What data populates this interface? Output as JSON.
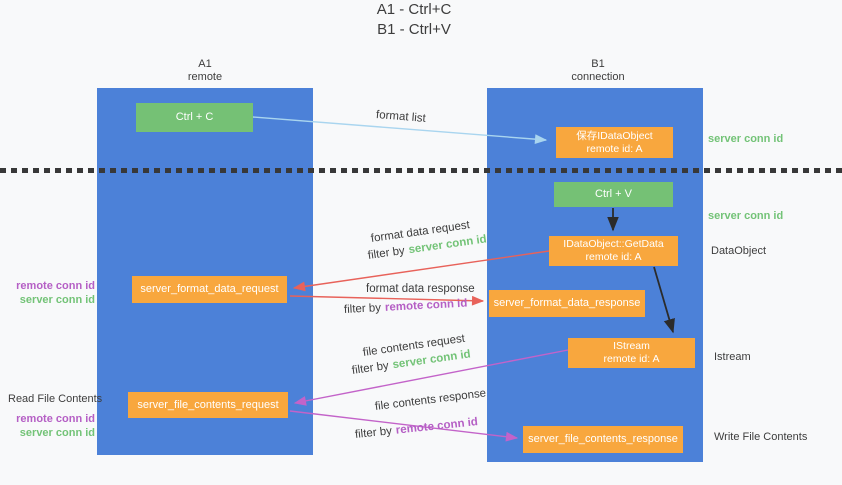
{
  "title": {
    "line1": "A1 - Ctrl+C",
    "line2": "B1 - Ctrl+V"
  },
  "lanes": {
    "left": {
      "name": "A1",
      "role": "remote"
    },
    "right": {
      "name": "B1",
      "role": "connection"
    }
  },
  "nodes": {
    "ctrl_c": {
      "label": "Ctrl + C"
    },
    "ctrl_v": {
      "label": "Ctrl + V"
    },
    "save_dataobject": {
      "line1": "保存IDataObject",
      "line2": "remote id: A"
    },
    "getdata": {
      "line1": "IDataObject::GetData",
      "line2": "remote id: A"
    },
    "istream": {
      "line1": "IStream",
      "line2": "remote id: A"
    },
    "server_format_data_request": {
      "label": "server_format_data_request"
    },
    "server_format_data_response": {
      "label": "server_format_data_response"
    },
    "server_file_contents_request": {
      "label": "server_file_contents_request"
    },
    "server_file_contents_response": {
      "label": "server_file_contents_response"
    }
  },
  "flow_labels": {
    "format_list": "format list",
    "format_data_request": "format data request",
    "format_data_response": "format data response",
    "file_contents_request": "file contents request",
    "file_contents_response": "file contents response",
    "filter_by": "filter by",
    "server_conn_id": "server conn id",
    "remote_conn_id": "remote conn id"
  },
  "annotations": {
    "left": {
      "remote_conn_id_1": "remote conn id",
      "server_conn_id_1": "server conn id",
      "read_file_contents": "Read File Contents",
      "remote_conn_id_2": "remote conn id",
      "server_conn_id_2": "server conn id"
    },
    "right": {
      "server_conn_id_top": "server conn id",
      "server_conn_id_mid": "server conn id",
      "dataobject": "DataObject",
      "istream": "Istream",
      "write_file_contents": "Write File Contents"
    }
  },
  "colors": {
    "lane_blue": "#4c81d8",
    "node_green": "#75c175",
    "node_orange": "#f8a73e",
    "text_green": "#73c377",
    "text_purple": "#b55fc5",
    "arrow_red": "#e8625a",
    "arrow_magenta": "#c363c9",
    "arrow_lightblue": "#a9d5ef",
    "arrow_black": "#2b2b2b"
  }
}
